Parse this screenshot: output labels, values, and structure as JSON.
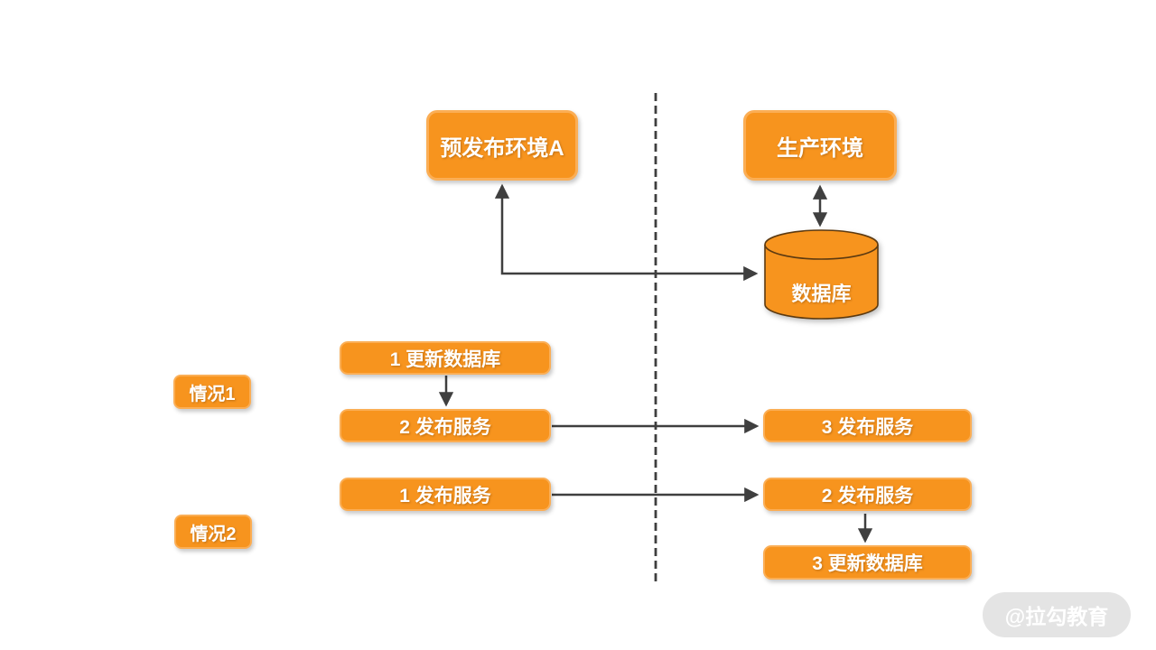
{
  "colors": {
    "box_fill": "#F7941E",
    "box_border": "#FBAE55",
    "box_text": "#FFFFFF",
    "arrow": "#3F3F3F",
    "divider": "#3F3F3F",
    "cylinder_outline": "#5C3A11",
    "watermark_bg": "#CDCDCD",
    "watermark_text": "#FFFFFF"
  },
  "top_section": {
    "staging_label": "预发布环境A",
    "production_label": "生产环境",
    "database_label": "数据库"
  },
  "case1": {
    "label": "情况1",
    "steps": [
      "1 更新数据库",
      "2 发布服务",
      "3 发布服务"
    ]
  },
  "case2": {
    "label": "情况2",
    "steps": [
      "1 发布服务",
      "2 发布服务",
      "3 更新数据库"
    ]
  },
  "watermark": "@拉勾教育"
}
